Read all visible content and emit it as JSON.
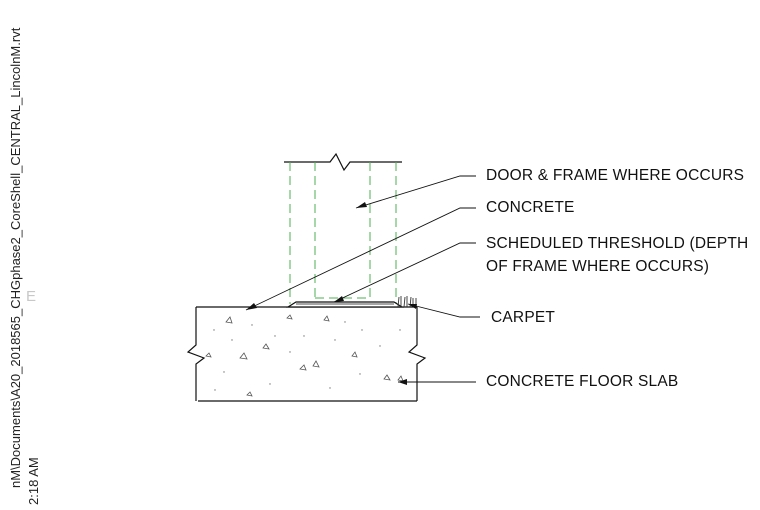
{
  "sheet": {
    "file_path": "nM\\Documents\\A20_2018565_CHGphase2_CoreShell_CENTRAL_LincolnM.rvt",
    "timestamp": "2:18 AM",
    "margin_mark": "E"
  },
  "callouts": {
    "door_frame": "DOOR & FRAME WHERE OCCURS",
    "concrete": "CONCRETE",
    "threshold_line1": "SCHEDULED THRESHOLD (DEPTH",
    "threshold_line2": "OF FRAME WHERE OCCURS)",
    "carpet": "CARPET",
    "floor_slab": "CONCRETE FLOOR SLAB"
  },
  "colors": {
    "linework": "#111111",
    "frame_hidden_lines": "#4caf50",
    "concrete_speckle": "#555555"
  }
}
